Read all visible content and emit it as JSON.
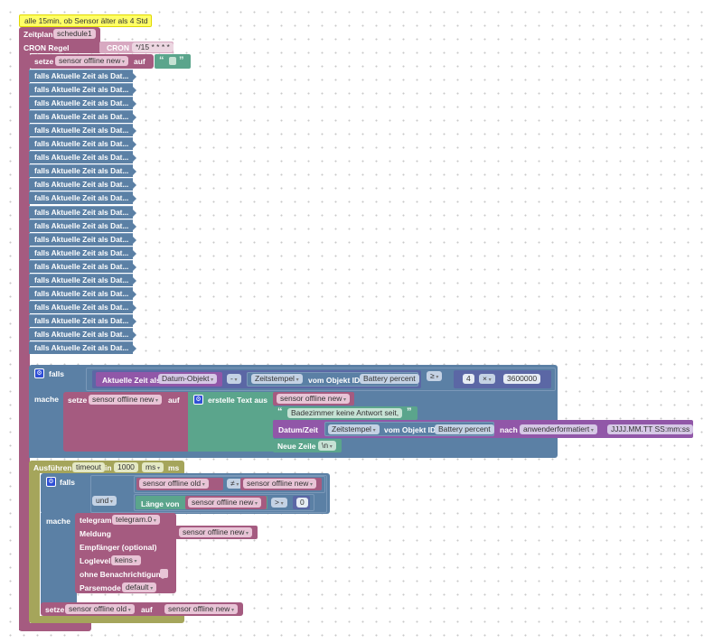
{
  "comment": "alle 15min, ob Sensor älter als 4 Std",
  "schedule": {
    "label": "Zeitplan",
    "name": "schedule1",
    "cron_rule_label": "CRON Regel",
    "cron_label": "CRON",
    "cron_value": "*/15 * * * *"
  },
  "set_initial": {
    "setze": "setze",
    "variable": "sensor offline new",
    "auf": "auf",
    "text_open": "“",
    "text_close": "”"
  },
  "collapsed_blocks": [
    "falls Aktuelle Zeit als Dat...",
    "falls Aktuelle Zeit als Dat...",
    "falls Aktuelle Zeit als Dat...",
    "falls Aktuelle Zeit als Dat...",
    "falls Aktuelle Zeit als Dat...",
    "falls Aktuelle Zeit als Dat...",
    "falls Aktuelle Zeit als Dat...",
    "falls Aktuelle Zeit als Dat...",
    "falls Aktuelle Zeit als Dat...",
    "falls Aktuelle Zeit als Dat...",
    "falls Aktuelle Zeit als Dat...",
    "falls Aktuelle Zeit als Dat...",
    "falls Aktuelle Zeit als Dat...",
    "falls Aktuelle Zeit als Dat...",
    "falls Aktuelle Zeit als Dat...",
    "falls Aktuelle Zeit als Dat...",
    "falls Aktuelle Zeit als Dat...",
    "falls Aktuelle Zeit als Dat...",
    "falls Aktuelle Zeit als Dat...",
    "falls Aktuelle Zeit als Dat...",
    "falls Aktuelle Zeit als Dat..."
  ],
  "if_block": {
    "falls": "falls",
    "mache": "mache",
    "current_time": "Aktuelle Zeit als",
    "current_time_format": "Datum-Objekt",
    "minus": "-",
    "ts_select": "Zeitstempel",
    "vom_objekt": "vom Objekt ID",
    "object_id": "Battery percent",
    "compare": "≥",
    "factor": "4",
    "times": "×",
    "ms_value": "3600000",
    "setze": "setze",
    "variable": "sensor offline new",
    "auf": "auf",
    "create_text": "erstelle Text aus",
    "text_item_var": "sensor offline new",
    "text_literal": "Badezimmer  keine Antwort seit, ",
    "datetime_label": "Datum/Zeit",
    "ts_select2": "Zeitstempel",
    "vom_objekt2": "vom Objekt ID",
    "object_id2": "Battery percent",
    "nach": "nach",
    "format_mode": "anwenderformatiert",
    "format_value": "JJJJ.MM.TT SS:mm:ss",
    "newline_label": "Neue Zeile",
    "newline_value": "\\n"
  },
  "timeout": {
    "ausfuehren": "Ausführen",
    "name": "timeout",
    "in": "in",
    "value": "1000",
    "unit_select": "ms",
    "unit": "ms"
  },
  "inner_if": {
    "falls": "falls",
    "mache": "mache",
    "var_old": "sensor offline old",
    "neq": "≠",
    "var_new": "sensor offline new",
    "und": "und",
    "length_of": "Länge von",
    "var_new2": "sensor offline new",
    "gt": ">",
    "zero": "0"
  },
  "telegram": {
    "label": "telegram",
    "instance": "telegram.0",
    "meldung": "Meldung",
    "meldung_var": "sensor offline new",
    "empfaenger": "Empfänger (optional)",
    "loglevel": "Loglevel",
    "loglevel_value": "keins",
    "silent": "ohne Benachrichtigung",
    "parsemode": "Parsemode",
    "parsemode_value": "default"
  },
  "set_old": {
    "setze": "setze",
    "variable": "sensor offline old",
    "auf": "auf",
    "value_var": "sensor offline new"
  },
  "colors": {
    "procedure": "#a55b80",
    "logic": "#5b80a5",
    "text": "#5ba58c",
    "timeout": "#a5a55b",
    "purple": "#9157a8",
    "comment": "#ffff66"
  }
}
